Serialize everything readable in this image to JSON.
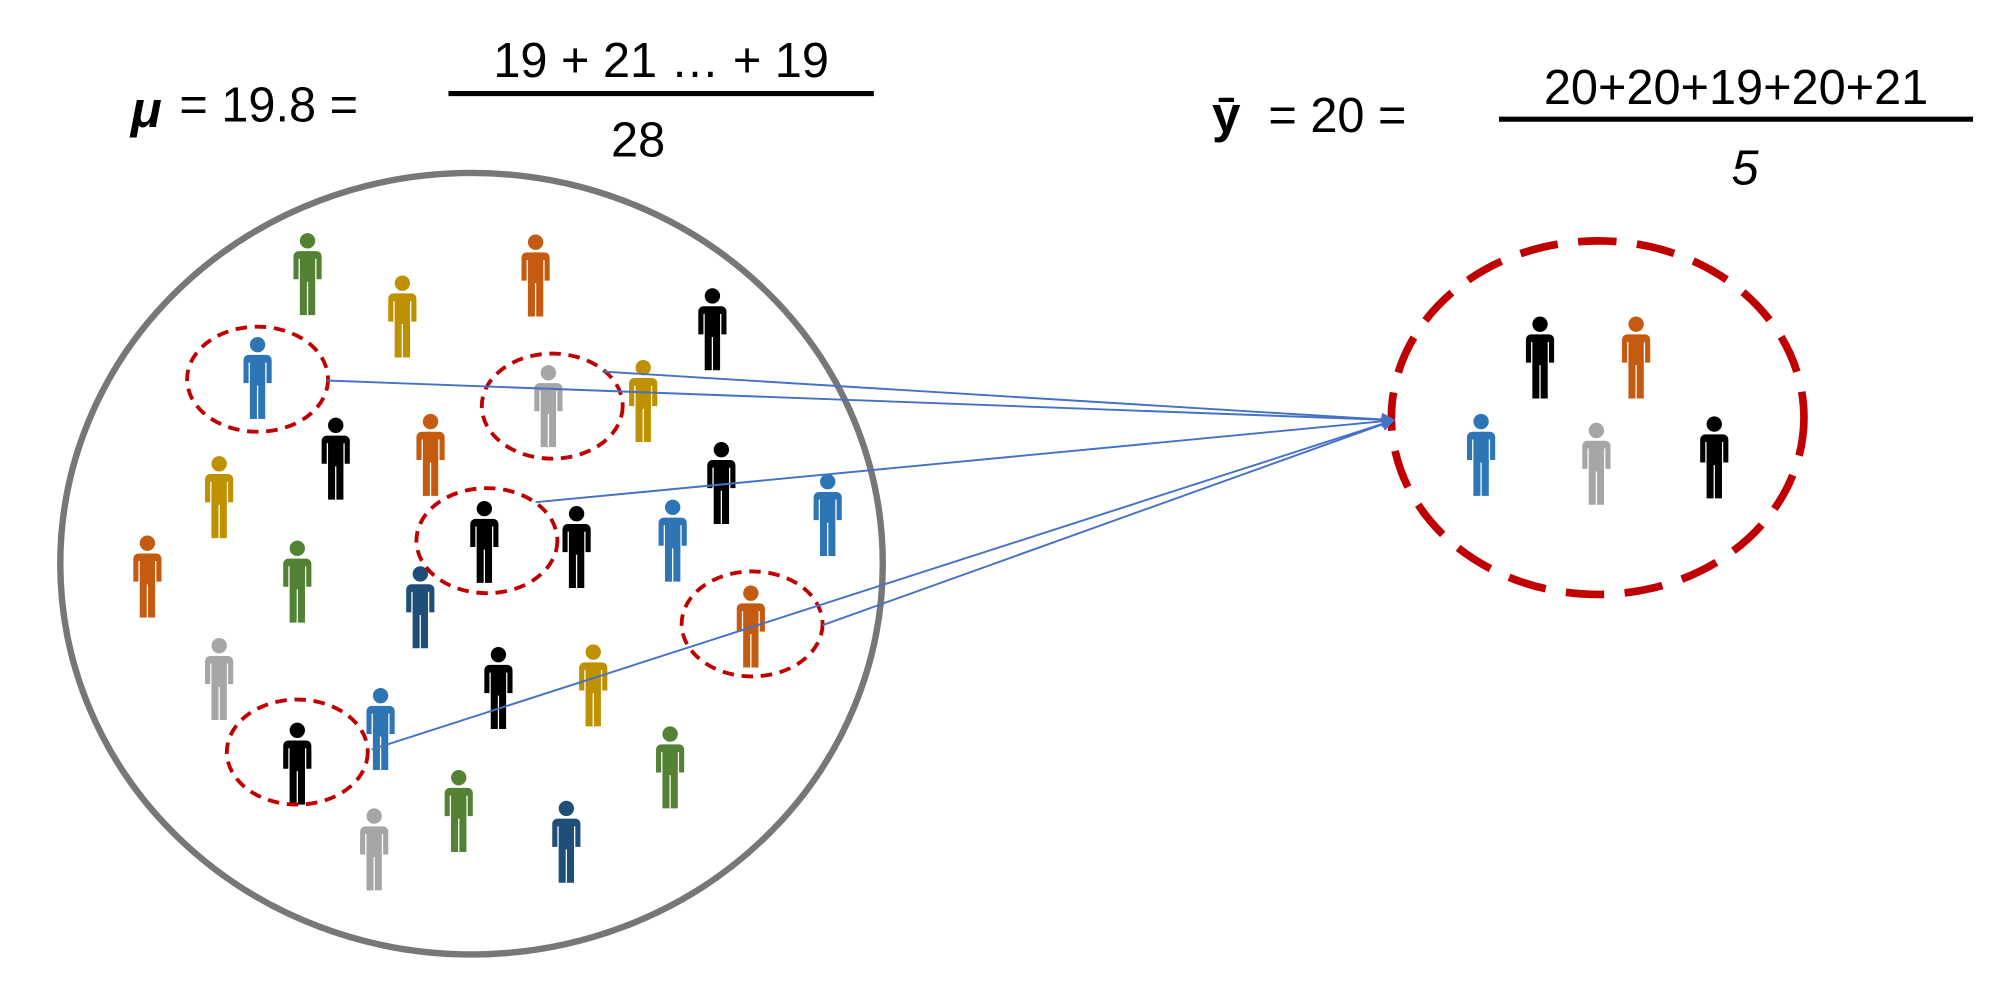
{
  "population_formula": {
    "symbol": "μ",
    "value_part": "= 19.8 =",
    "numerator": "19 + 21 … + 19",
    "denominator": "28"
  },
  "sample_formula": {
    "symbol": "ȳ",
    "value_part": "= 20 =",
    "numerator": "20+20+19+20+21",
    "denominator": "5"
  },
  "colors": {
    "green": "#548235",
    "orange": "#c55a11",
    "gold": "#bf9000",
    "black": "#000000",
    "blue": "#2e75b6",
    "gray": "#a6a6a6",
    "navy": "#1f4e79",
    "population_circle": "#777777",
    "sample_circle": "#c00000",
    "arrow": "#4472c4"
  }
}
